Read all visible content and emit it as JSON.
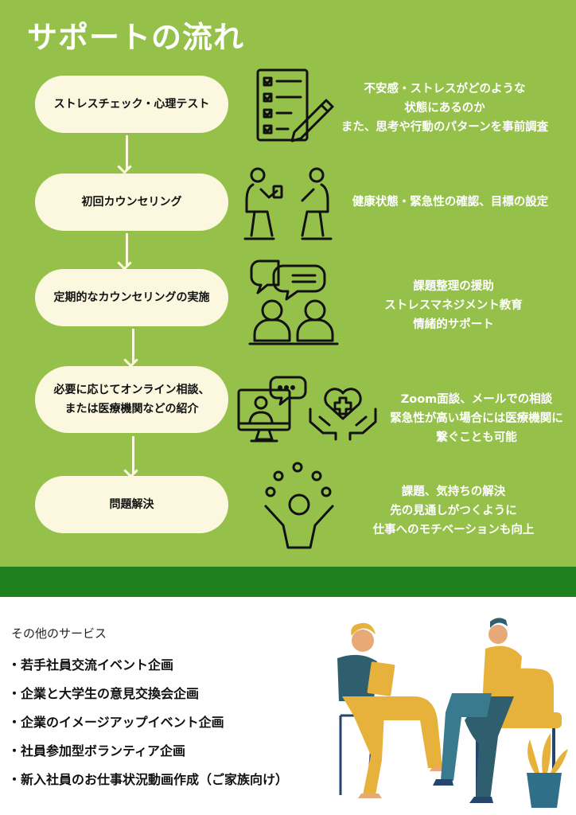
{
  "title": "サポートの流れ",
  "steps": [
    {
      "label": "ストレスチェック・心理テスト",
      "desc": [
        "不安感・ストレスがどのような",
        "状態にあるのか",
        "また、思考や行動のパターンを事前調査"
      ]
    },
    {
      "label": "初回カウンセリング",
      "desc": [
        "健康状態・緊急性の確認、目標の設定"
      ]
    },
    {
      "label": "定期的なカウンセリングの実施",
      "desc": [
        "課題整理の援助",
        "ストレスマネジメント教育",
        "情緒的サポート"
      ]
    },
    {
      "label_lines": [
        "必要に応じてオンライン相談、",
        "または医療機関などの紹介"
      ],
      "desc": [
        "Zoom面談、メールでの相談",
        "緊急性が高い場合には医療機関に",
        "繋ぐことも可能"
      ]
    },
    {
      "label": "問題解決",
      "desc": [
        "課題、気持ちの解決",
        "先の見通しがつくように",
        "仕事へのモチベーションも向上"
      ]
    }
  ],
  "icons": [
    "checklist-icon",
    "counseling-pair-icon",
    "group-chat-icon",
    "online-consult-icon",
    "heart-care-icon",
    "celebration-icon"
  ],
  "other_services": {
    "heading": "その他のサービス",
    "items": [
      "・若手社員交流イベント企画",
      "・企業と大学生の意見交換会企画",
      "・企業のイメージアップイベント企画",
      "・社員参加型ボランティア企画",
      "・新入社員のお仕事状況動画作成（ご家族向け）"
    ]
  },
  "colors": {
    "green": "#95c14b",
    "dark_green": "#1f7f1d",
    "cream": "#fbf8df"
  }
}
